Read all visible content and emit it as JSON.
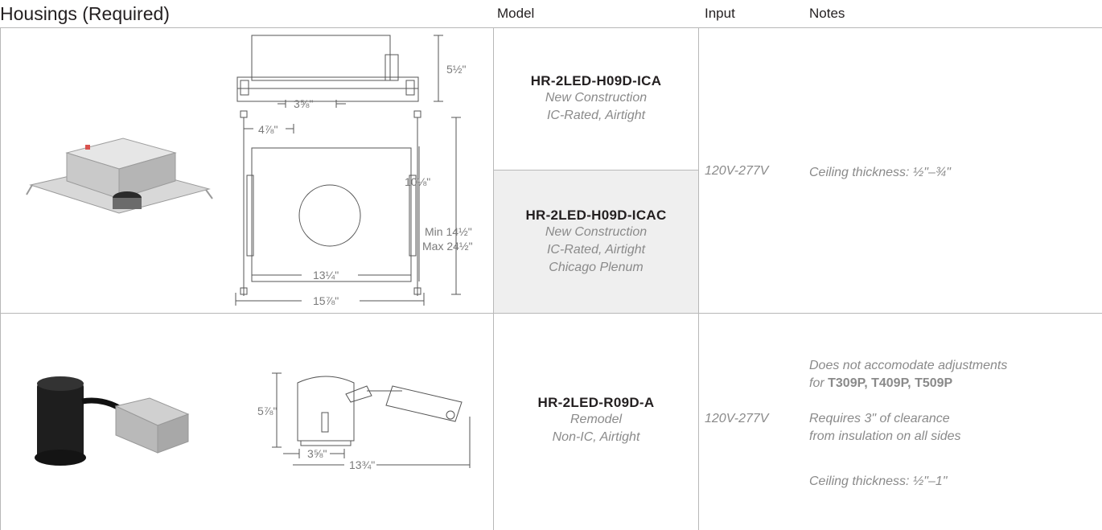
{
  "header": {
    "title": "Housings (Required)",
    "col_model": "Model",
    "col_input": "Input",
    "col_notes": "Notes"
  },
  "rows": [
    {
      "input": "120V-277V",
      "note": "Ceiling thickness: ½\"–¾\"",
      "models": [
        {
          "name": "HR-2LED-H09D-ICA",
          "lines": [
            "New Construction",
            "IC-Rated, Airtight"
          ]
        },
        {
          "name": "HR-2LED-H09D-ICAC",
          "lines": [
            "New Construction",
            "IC-Rated, Airtight",
            "Chicago Plenum"
          ]
        }
      ],
      "dims": {
        "height": "5½\"",
        "front_width": "3⅝\"",
        "offset": "4⅞\"",
        "opening": "10⅛\"",
        "span_min": "Min 14½\"",
        "span_max": "Max 24½\"",
        "inner_width": "13¼\"",
        "outer_width": "15⅞\""
      }
    },
    {
      "input": "120V-277V",
      "note_1a": "Does not accomodate adjustments",
      "note_1b_prefix": "for ",
      "note_1b_bold": "T309P, T409P, T509P",
      "note_2a": "Requires 3\" of clearance",
      "note_2b": "from insulation on all sides",
      "note_3": "Ceiling thickness: ½\"–1\"",
      "models": [
        {
          "name": "HR-2LED-R09D-A",
          "lines": [
            "Remodel",
            "Non-IC, Airtight"
          ]
        }
      ],
      "dims": {
        "height": "5⅞\"",
        "front_width": "3⅝\"",
        "length": "13¾\""
      }
    }
  ]
}
